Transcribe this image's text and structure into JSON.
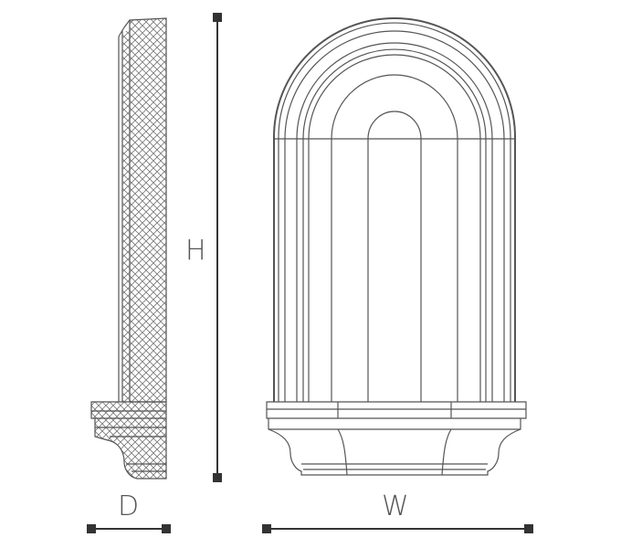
{
  "dimensions": {
    "height_label": "H",
    "depth_label": "D",
    "width_label": "W"
  },
  "colors": {
    "line": "#555555",
    "dimension": "#333333",
    "hatch": "#777777",
    "background": "#ffffff"
  }
}
